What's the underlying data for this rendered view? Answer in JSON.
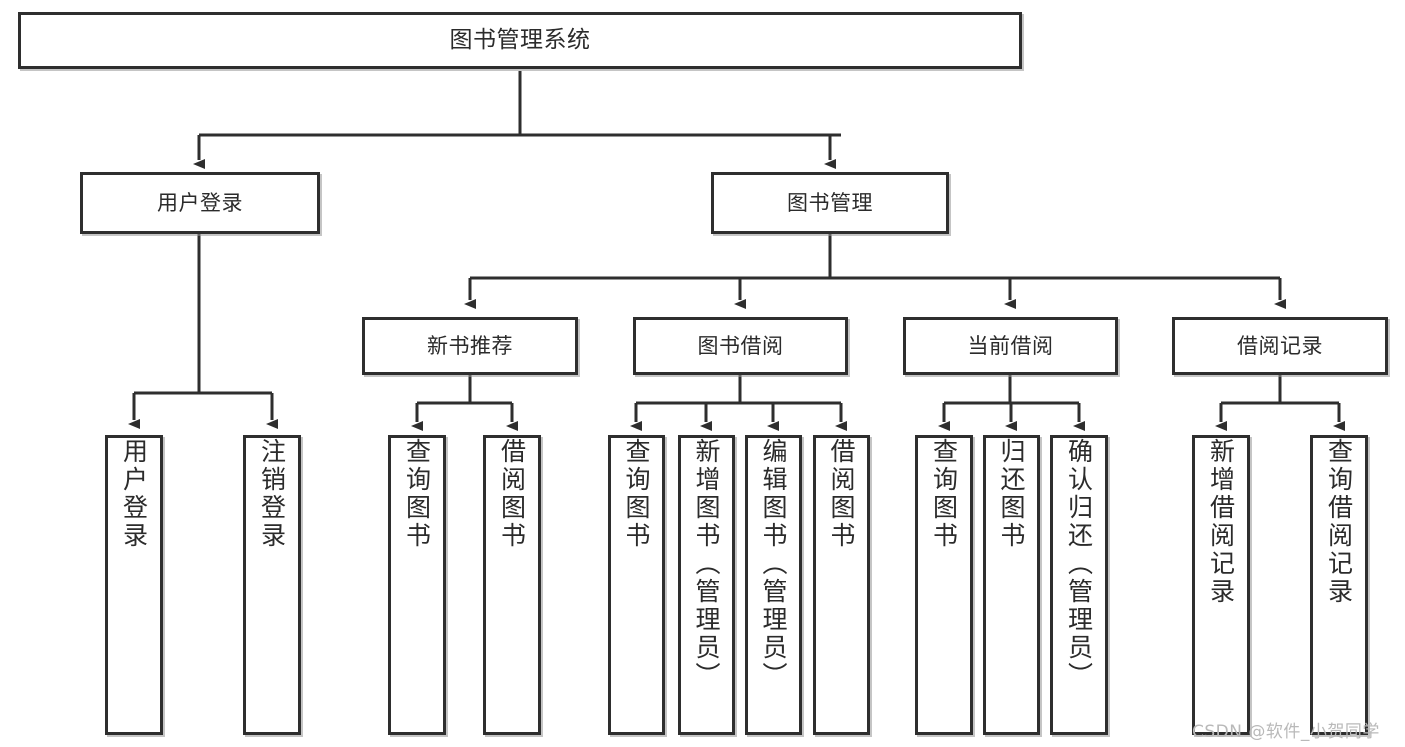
{
  "diagram": {
    "title": "图书管理系统",
    "type": "hierarchy-tree",
    "root": {
      "label": "图书管理系统"
    },
    "level1": [
      {
        "label": "用户登录"
      },
      {
        "label": "图书管理"
      }
    ],
    "level2": [
      {
        "label": "新书推荐"
      },
      {
        "label": "图书借阅"
      },
      {
        "label": "当前借阅"
      },
      {
        "label": "借阅记录"
      }
    ],
    "leaves": {
      "user_login": [
        {
          "label": "用户登录"
        },
        {
          "label": "注销登录"
        }
      ],
      "new_book_recommend": [
        {
          "label": "查询图书"
        },
        {
          "label": "借阅图书"
        }
      ],
      "book_borrow": [
        {
          "label": "查询图书"
        },
        {
          "label": "新增图书（管理员）"
        },
        {
          "label": "编辑图书（管理员）"
        },
        {
          "label": "借阅图书"
        }
      ],
      "current_borrow": [
        {
          "label": "查询图书"
        },
        {
          "label": "归还图书"
        },
        {
          "label": "确认归还（管理员）"
        }
      ],
      "borrow_record": [
        {
          "label": "新增借阅记录"
        },
        {
          "label": "查询借阅记录"
        }
      ]
    },
    "watermark": "CSDN @软件_小贺同学",
    "colors": {
      "border": "#2e2e2e",
      "text": "#2b2b2b",
      "background": "#ffffff",
      "watermark": "#b9b9b9"
    }
  }
}
